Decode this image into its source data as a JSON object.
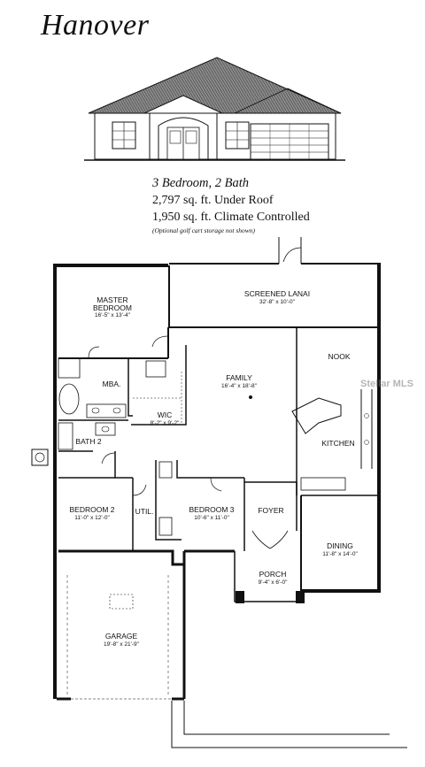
{
  "title": "Hanover",
  "specs": {
    "bedbath": "3 Bedroom, 2 Bath",
    "under_roof": "2,797 sq. ft. Under Roof",
    "climate": "1,950 sq. ft. Climate Controlled",
    "note": "(Optional golf cart storage not shown)"
  },
  "rooms": {
    "master_l1": "MASTER",
    "master_l2": "BEDROOM",
    "master_dim": "16'-5\" x 13'-4\"",
    "lanai": "SCREENED LANAI",
    "lanai_dim": "32'-8\" x 10'-0\"",
    "nook": "NOOK",
    "mba": "MBA.",
    "family": "FAMILY",
    "family_dim": "16'-4\" x 18'-8\"",
    "wic": "WIC",
    "wic_dim": "8'-2\" x 9'-2\"",
    "kitchen": "KITCHEN",
    "bath2": "BATH 2",
    "bedroom2": "BEDROOM 2",
    "bedroom2_dim": "11'-0\" x 12'-0\"",
    "util": "UTIL.",
    "bedroom3": "BEDROOM 3",
    "bedroom3_dim": "10'-6\" x 11'-0\"",
    "foyer": "FOYER",
    "dining": "DINING",
    "dining_dim": "11'-8\" x 14'-0\"",
    "porch": "PORCH",
    "porch_dim": "9'-4\" x 6'-0\"",
    "garage": "GARAGE",
    "garage_dim": "19'-8\" x 21'-9\""
  },
  "watermark": "Stellar MLS"
}
